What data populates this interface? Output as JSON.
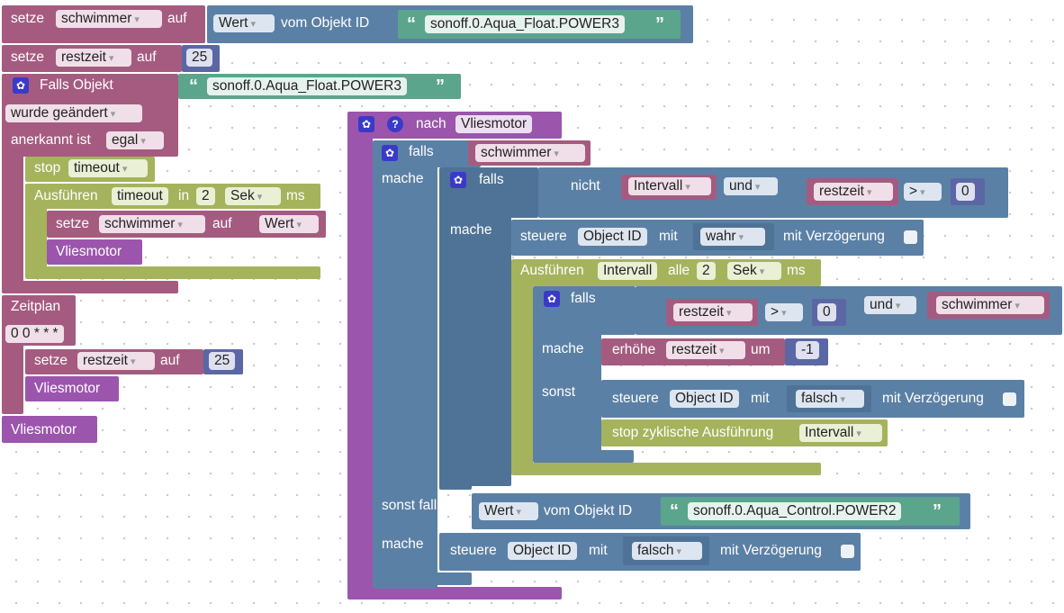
{
  "colors": {
    "variables": "#a55b80",
    "objects": "#5b80a5",
    "logic": "#5b80a5",
    "timers": "#a5b35c",
    "functions": "#9b55ad",
    "text": "#5ba58c",
    "math": "#5b67a5"
  },
  "icons": {
    "gear": "gear-icon",
    "help": "help-icon"
  },
  "top": {
    "set_label": "setze",
    "var_schwimmer": "schwimmer",
    "to_label": "auf",
    "value_dd": "Wert",
    "from_object_label": "vom Objekt ID",
    "object_id": "sonoff.0.Aqua_Float.POWER3",
    "var_restzeit": "restzeit",
    "value_25": "25"
  },
  "trigger": {
    "title": "Falls Objekt",
    "object_id": "sonoff.0.Aqua_Float.POWER3",
    "changed_dd": "wurde geändert",
    "ack_label": "anerkannt ist",
    "ack_dd": "egal",
    "stop_label": "stop",
    "timeout_var": "timeout",
    "run_label": "Ausführen",
    "timeout_dd": "timeout",
    "in_label": "in",
    "delay_value": "2",
    "unit_dd": "Sek",
    "ms_label": "ms",
    "set_label": "setze",
    "var_schwimmer": "schwimmer",
    "to_label": "auf",
    "value_dd": "Wert",
    "call_vliesmotor": "Vliesmotor"
  },
  "schedule": {
    "title": "Zeitplan",
    "cron": "0 0 * * *",
    "set_label": "setze",
    "var_restzeit": "restzeit",
    "to_label": "auf",
    "value": "25",
    "call_vliesmotor": "Vliesmotor"
  },
  "standalone": {
    "call_vliesmotor": "Vliesmotor"
  },
  "function": {
    "to_label": "nach",
    "name": "Vliesmotor",
    "if_label": "falls",
    "do_label": "mache",
    "else_if_label": "sonst falls",
    "else_label": "sonst",
    "cond_var": "schwimmer",
    "not_label": "nicht",
    "interval_var": "Intervall",
    "and_label": "und",
    "restzeit_var": "restzeit",
    "gt_op": ">",
    "zero": "0",
    "control_label": "steuere",
    "object_id_dd": "Object ID",
    "with_label": "mit",
    "true_dd": "wahr",
    "false_dd": "falsch",
    "delay_label": "mit Verzögerung",
    "run_label": "Ausführen",
    "interval_dd": "Intervall",
    "every_label": "alle",
    "every_value": "2",
    "sek_dd": "Sek",
    "ms_label": "ms",
    "schwimmer_var": "schwimmer",
    "increase_label": "erhöhe",
    "by_label": "um",
    "minus_one": "-1",
    "stop_cyclic_label": "stop zyklische Ausführung",
    "interval_stop_dd": "Intervall",
    "value_dd": "Wert",
    "from_object_label": "vom Objekt ID",
    "control_object_id": "sonoff.0.Aqua_Control.POWER2"
  }
}
